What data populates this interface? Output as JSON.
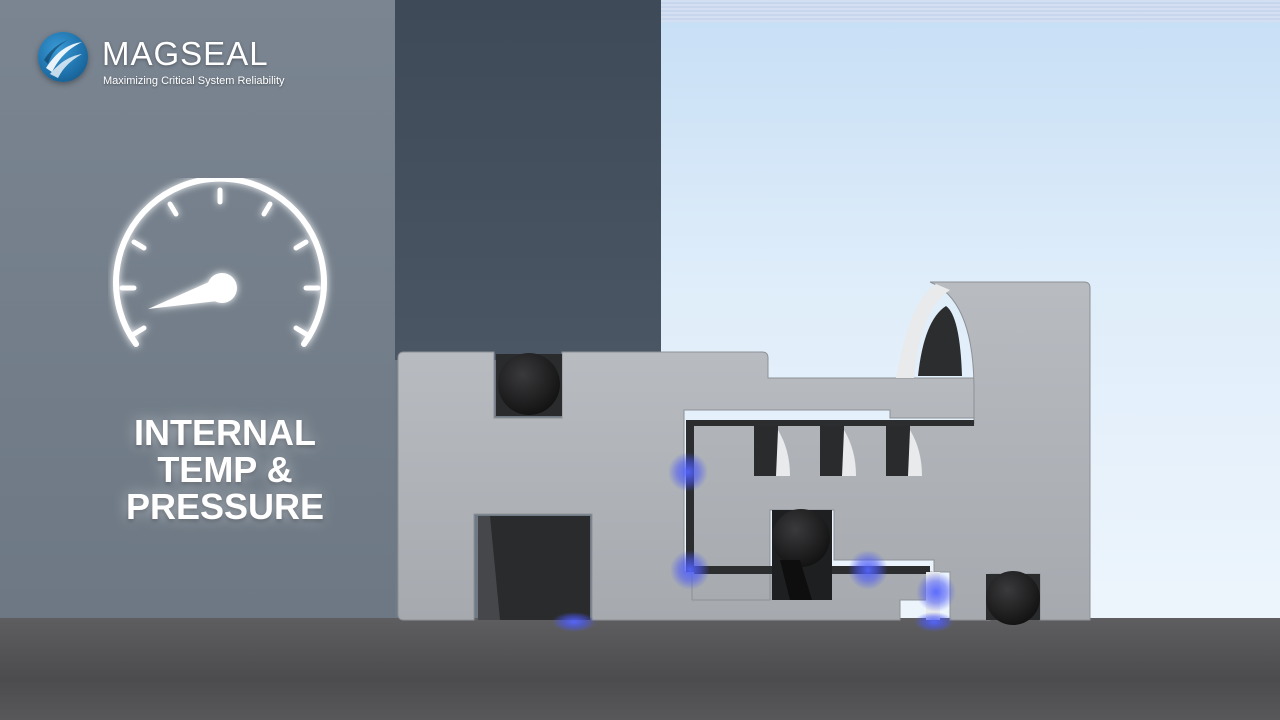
{
  "brand": {
    "name": "MAGSEAL",
    "tagline": "Maximizing Critical System Reliability",
    "logo_icon": "magseal-swoosh-icon",
    "accent_color": "#1d6fa8"
  },
  "gauge": {
    "icon": "pressure-gauge-icon",
    "needle_level_fraction": 0.1
  },
  "caption": {
    "line1": "INTERNAL",
    "line2": "TEMP &",
    "line3": "PRESSURE"
  },
  "scene": {
    "description_icon": "seal-cross-section",
    "glow_color": "#4d5bff"
  }
}
